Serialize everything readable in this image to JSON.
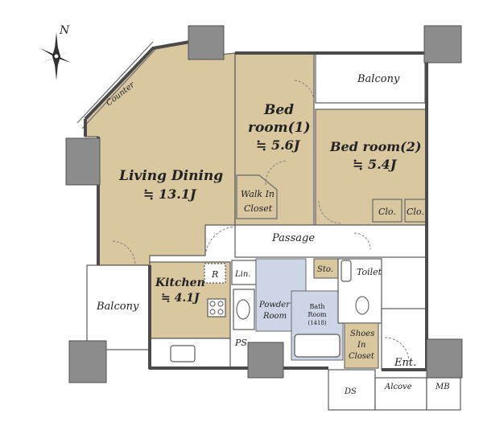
{
  "compass": {
    "north": "N"
  },
  "rooms": {
    "living_dining": {
      "name": "Living Dining",
      "size": "≒ 13.1J"
    },
    "bedroom1": {
      "name_line1": "Bed",
      "name_line2": "room(1)",
      "size": "≒ 5.6J"
    },
    "bedroom2": {
      "name": "Bed room(2)",
      "size": "≒ 5.4J"
    },
    "kitchen": {
      "name": "Kitchen",
      "size": "≒ 4.1J"
    }
  },
  "labels": {
    "counter": "Counter",
    "balcony_top": "Balcony",
    "balcony_left": "Balcony",
    "walk_in_closet_line1": "Walk In",
    "walk_in_closet_line2": "Closet",
    "closet_a": "Clo.",
    "closet_b": "Clo.",
    "passage": "Passage",
    "refrigerator": "R",
    "linen": "Lin.",
    "storage": "Sto.",
    "toilet": "Toilet",
    "powder_room_line1": "Powder",
    "powder_room_line2": "Room",
    "bath_room_line1": "Bath",
    "bath_room_line2": "Room",
    "bath_room_size": "(1418)",
    "shoes_closet_line1": "Shoes",
    "shoes_closet_line2": "In",
    "shoes_closet_line3": "Closet",
    "ps": "PS",
    "entrance": "Ent.",
    "ds": "DS",
    "alcove": "Alcove",
    "mb": "MB"
  }
}
